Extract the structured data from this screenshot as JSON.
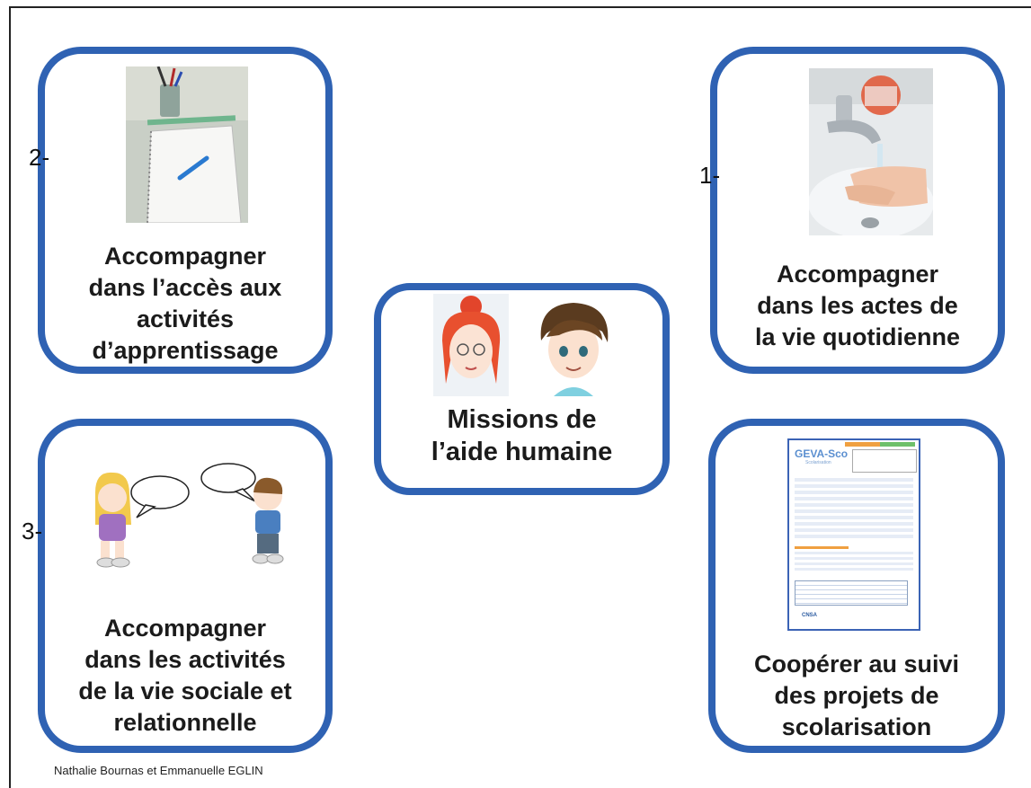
{
  "cards": {
    "learning": {
      "label": "Accompagner\ndans l’accès aux\nactivités\nd’apprentissage",
      "number": "2-"
    },
    "daily": {
      "label": "Accompagner\ndans les actes de\nla vie quotidienne",
      "number": "1-"
    },
    "center": {
      "label": "Missions de\nl’aide humaine"
    },
    "social": {
      "label": "Accompagner\ndans les activités\nde la vie sociale et\nrelationnelle",
      "number": "3-"
    },
    "school": {
      "label": "Coopérer au suivi\ndes projets de\nscolarisation"
    }
  },
  "document": {
    "logo": "GEVA-Sco",
    "logo_sub": "Scolarisation",
    "footer_logo": "CNSA"
  },
  "credit": "Nathalie Bournas et Emmanuelle EGLIN",
  "colors": {
    "card_border": "#2f62b3",
    "doc_border": "#3b63b5"
  }
}
